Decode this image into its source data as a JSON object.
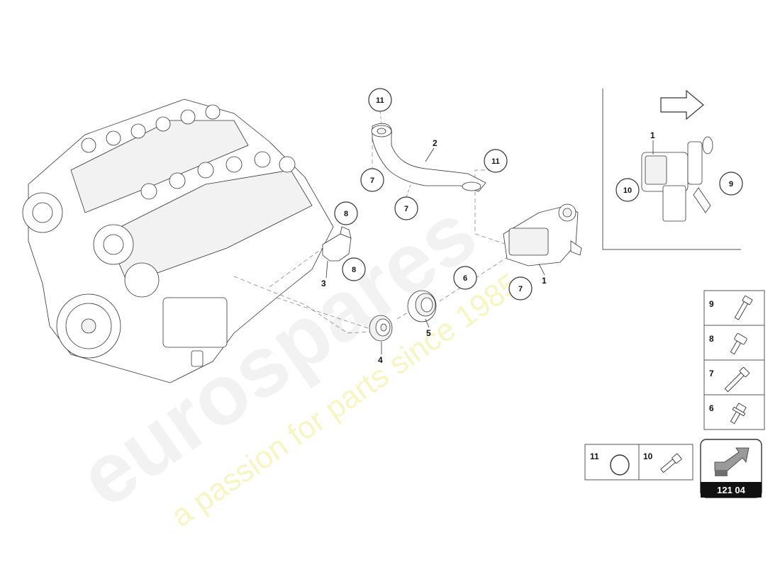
{
  "diagram": {
    "page_number": "121 04",
    "inset_labels": {
      "part_1": "1",
      "bolt_9": "9",
      "bolt_10": "10"
    },
    "item_labels": [
      {
        "id": "label-2",
        "text": "2"
      },
      {
        "id": "label-3",
        "text": "3"
      },
      {
        "id": "label-4",
        "text": "4"
      },
      {
        "id": "label-5",
        "text": "5"
      },
      {
        "id": "label-1",
        "text": "1"
      }
    ],
    "callouts": {
      "c11a": "11",
      "c11b": "11",
      "c7a": "7",
      "c7b": "7",
      "c7c": "7",
      "c8a": "8",
      "c8b": "8",
      "c6": "6"
    },
    "fastener_table": [
      {
        "num": "9",
        "icon": "bolt-icon"
      },
      {
        "num": "8",
        "icon": "flange-bolt-icon"
      },
      {
        "num": "7",
        "icon": "bolt-icon"
      },
      {
        "num": "6",
        "icon": "hex-flange-bolt-icon"
      }
    ],
    "bottom_table": [
      {
        "num": "11",
        "icon": "o-ring-icon"
      },
      {
        "num": "10",
        "icon": "stud-bolt-icon"
      }
    ],
    "watermark": {
      "brand": "eurospares",
      "tagline": "a passion for parts since 1985"
    }
  }
}
